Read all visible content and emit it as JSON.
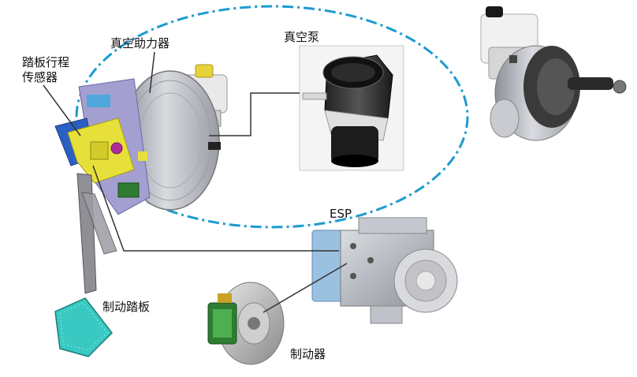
{
  "labels": {
    "pedal_stroke_sensor": [
      "踏板行程",
      "传感器"
    ],
    "vacuum_booster": "真空助力器",
    "vacuum_pump": "真空泵",
    "esp": "ESP",
    "brake_pedal": "制动踏板",
    "brake": "制动器"
  },
  "colors": {
    "dash_ellipse": "#1c9bcf",
    "leader_line": "#333333",
    "pedal_pad": "#39c9c2",
    "sensor_yellow": "#e8e03a",
    "sensor_blue": "#2a5fc4",
    "booster_gray": "#b9bcc4",
    "caliper_green": "#2e7d32"
  }
}
